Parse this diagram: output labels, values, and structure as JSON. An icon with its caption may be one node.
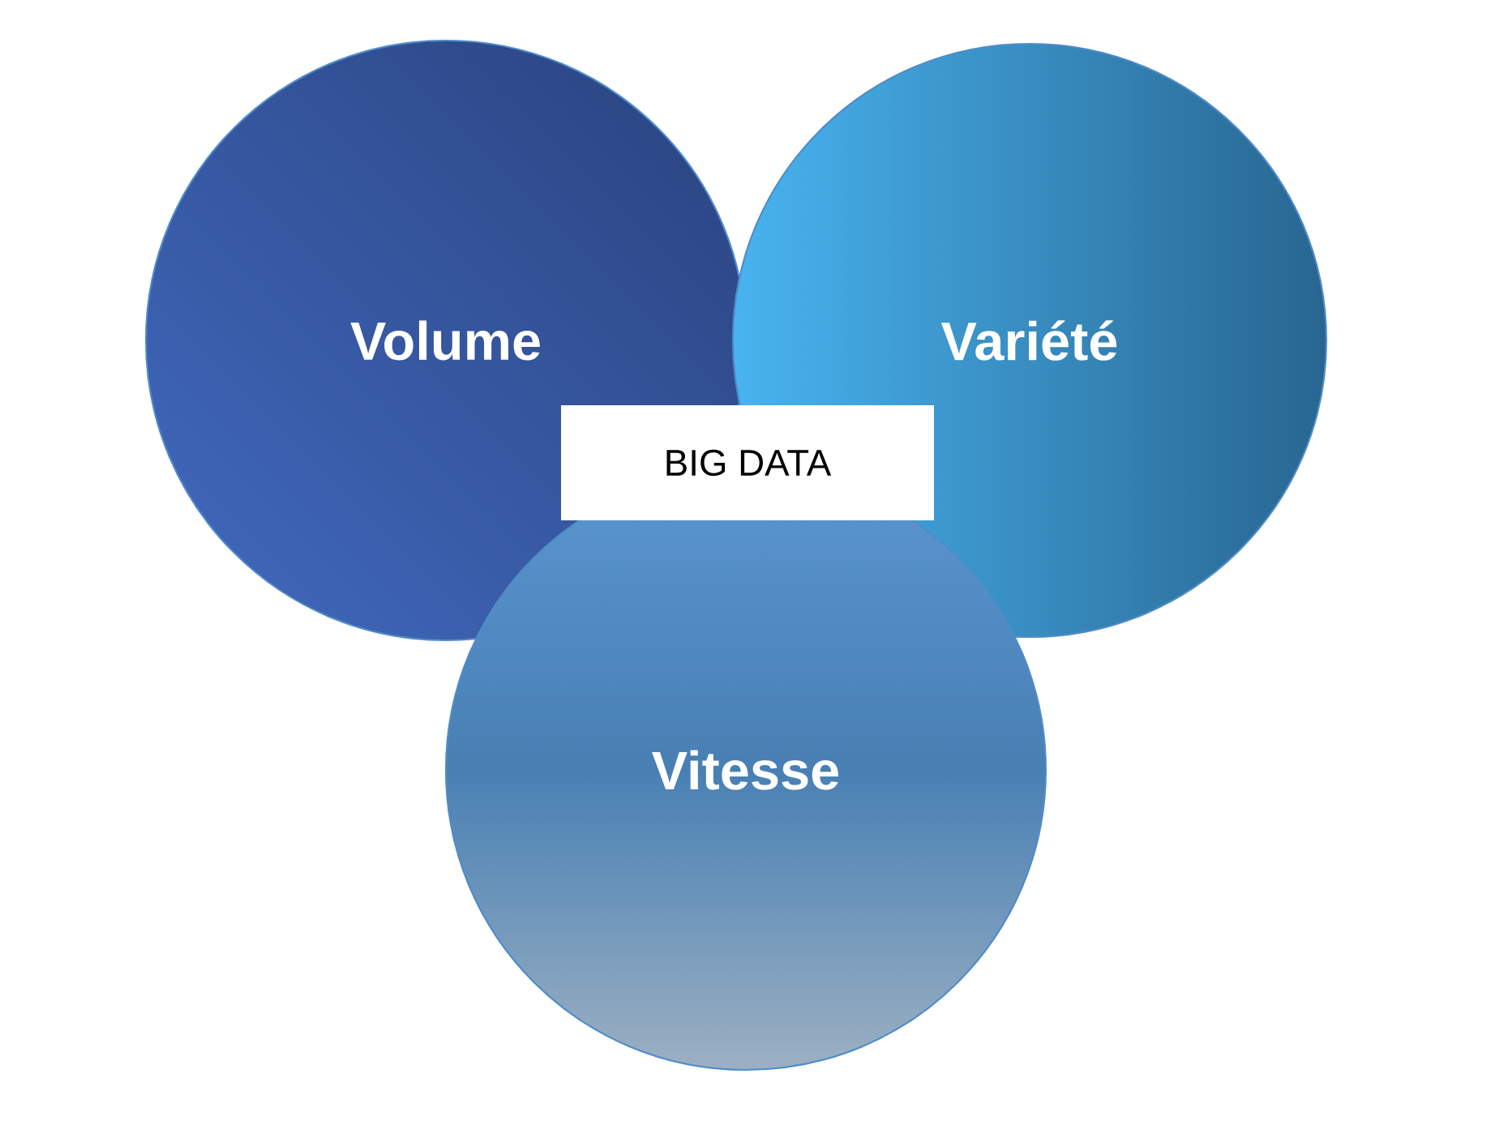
{
  "diagram": {
    "nodes": [
      {
        "text": [
          "Volume"
        ]
      },
      {
        "text": [
          "Variété"
        ]
      },
      {
        "text": [
          "Vitesse"
        ]
      },
      {
        "text": [
          "BIG DATA"
        ]
      }
    ]
  }
}
